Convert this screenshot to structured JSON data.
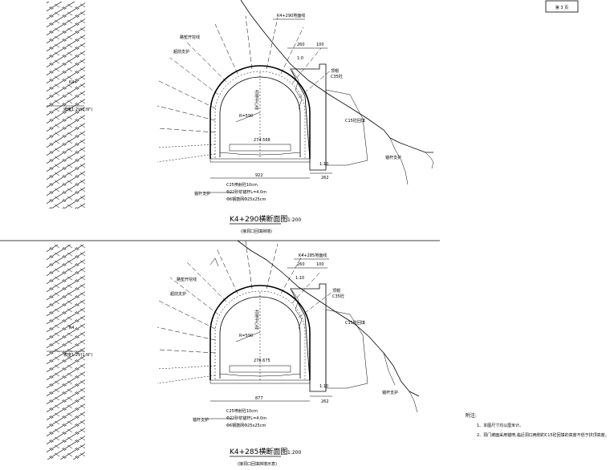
{
  "sheet_no": "第 3 页",
  "notes": {
    "heading": "附注:",
    "items": [
      "1、本图尺寸均以厘米计。",
      "2、洞门坡面采用锚喷,临近洞口两侧的C15砼回填的高度不低于拱顶高度。"
    ]
  },
  "sections": [
    {
      "ground_line_label": "K4+290地面线",
      "terrain_label": "K4+",
      "slope_label": "坡度1:2V(1:N\")",
      "labels": {
        "excavation": "路堑开挖线",
        "arch_support": "超前支护",
        "wall_top": "顶帽",
        "concrete": "C35砼",
        "backfill": "C15砼回填",
        "toe": "锚杆支护",
        "lining_center": "衬砌中心线",
        "radius": "R=590",
        "bottom_dim": "274.568",
        "slope_ratio_top": "1:0",
        "slope_ratio_bottom": "1:10"
      },
      "dims": {
        "top_a": "260",
        "top_b": "100",
        "total": "922",
        "right": "262"
      },
      "spec_lines": [
        "C25喷射砼10cm",
        "Φ22砂浆锚杆L=4.0m",
        "Φ6钢筋网Φ25x25cm"
      ],
      "spec_side_label": "锚杆支护",
      "title": "K4+290横断面图",
      "scale": "1:200",
      "subtitle": "(接洞口回填挡墙)"
    },
    {
      "ground_line_label": "K4+285地面线",
      "terrain_label": "K4",
      "slope_label": "坡度1:2V(1:N\")",
      "labels": {
        "excavation": "路堑开挖线",
        "arch_support": "超前支护",
        "wall_top": "顶帽",
        "concrete": "C35砼",
        "backfill": "C15砼回填",
        "toe": "锚杆支护",
        "lining_center": "衬砌中心线",
        "radius": "R=590",
        "bottom_dim": "276.675",
        "slope_ratio_top": "1:10",
        "slope_ratio_bottom": "1:10"
      },
      "dims": {
        "top_a": "260",
        "top_b": "100",
        "total": "877",
        "right": "262"
      },
      "spec_lines": [
        "C25喷射砼10cm",
        "Φ22砂浆锚杆L=4.0m",
        "Φ6钢筋网Φ25x25cm"
      ],
      "spec_side_label": "锚杆支护",
      "title": "K4+285横断面图",
      "scale": "1:200",
      "subtitle": "(接洞口回填挡墙示意)"
    }
  ]
}
